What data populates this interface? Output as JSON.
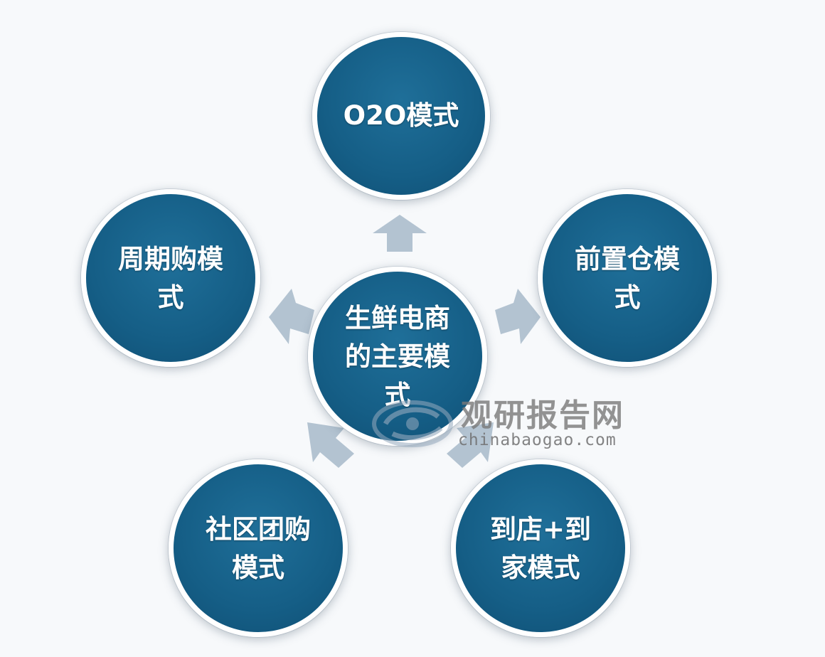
{
  "diagram": {
    "center": "生鲜电商的主要模式",
    "nodes": {
      "top": "O2O模式",
      "left": "周期购模式",
      "right": "前置仓模式",
      "bottom_left": "社区团购模式",
      "bottom_right": "到店+到家模式"
    }
  },
  "watermark": {
    "title": "观研报告网",
    "url": "chinabaogao.com"
  },
  "colors": {
    "node_fill": "#155e86",
    "arrow": "#b3c3d1",
    "background": "#f7f9fb"
  }
}
